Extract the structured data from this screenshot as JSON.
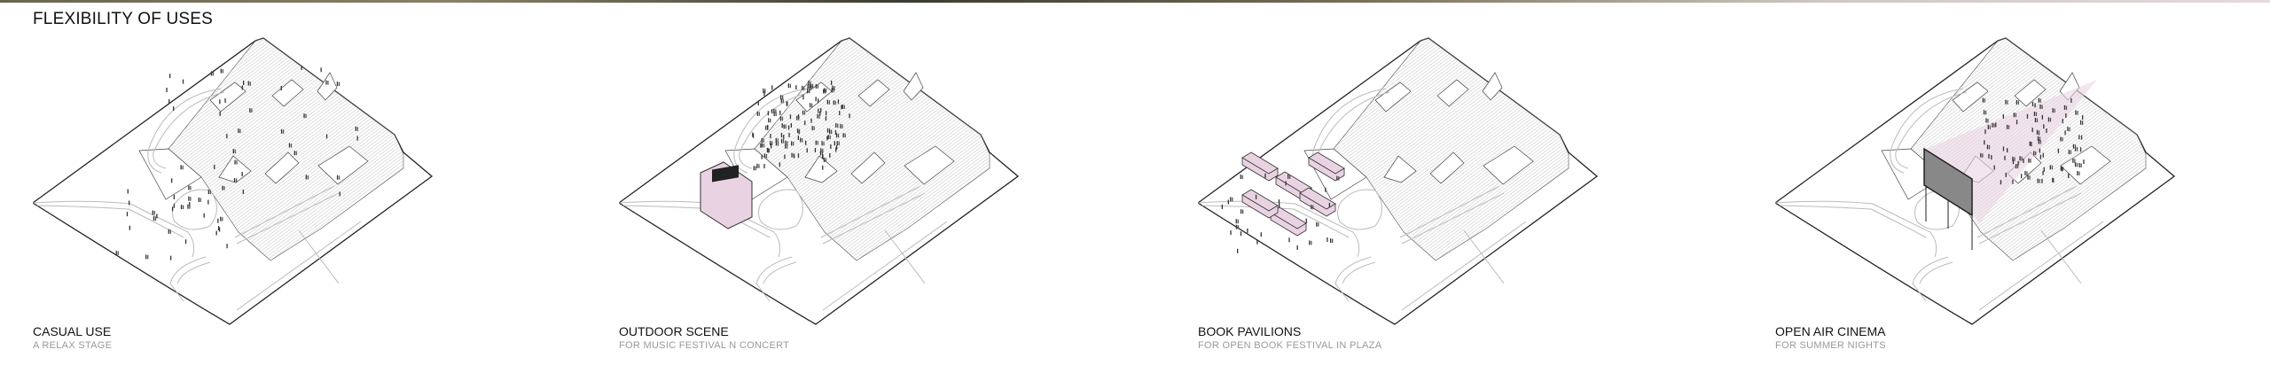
{
  "page": {
    "title": "FLEXIBILITY OF USES"
  },
  "panels": [
    {
      "title": "CASUAL USE",
      "subtitle": "A RELAX STAGE",
      "overlay": "people-scattered"
    },
    {
      "title": "OUTDOOR SCENE",
      "subtitle": "FOR MUSIC FESTIVAL N CONCERT",
      "overlay": "stage"
    },
    {
      "title": "BOOK  PAVILIONS",
      "subtitle": "FOR OPEN BOOK FESTIVAL IN PLAZA",
      "overlay": "pavilions"
    },
    {
      "title": "OPEN AIR CINEMA",
      "subtitle": "FOR SUMMER NIGHTS",
      "overlay": "cinema"
    }
  ],
  "colors": {
    "accent_pink": "#e9d3e2",
    "line": "#222222",
    "path": "#bbbbbb",
    "caption_sub": "#999999"
  }
}
